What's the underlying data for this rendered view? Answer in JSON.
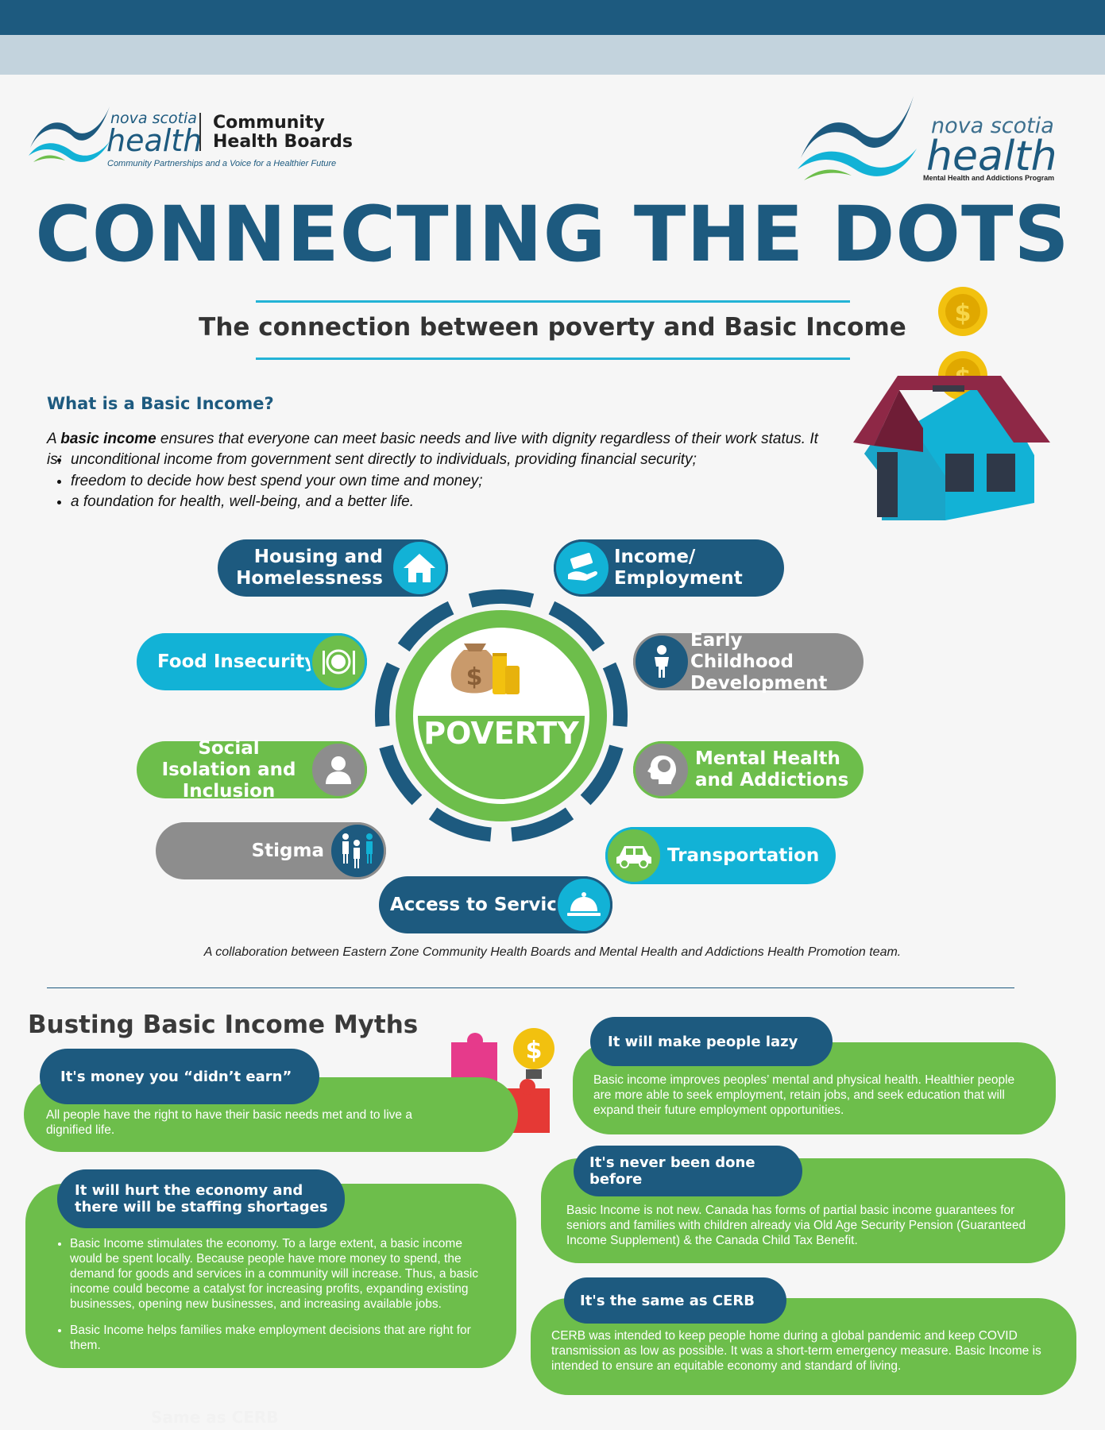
{
  "header": {
    "left_logo": {
      "brand_top": "nova scotia",
      "brand_main": "health",
      "org_line1": "Community",
      "org_line2": "Health Boards",
      "tagline": "Community Partnerships and a Voice for a Healthier Future"
    },
    "right_logo": {
      "brand_top": "nova scotia",
      "brand_main": "health",
      "program": "Mental Health and Addictions Program"
    }
  },
  "title": "CONNECTING THE DOTS",
  "subtitle": "The connection between poverty and Basic Income",
  "basic_income": {
    "heading": "What is a Basic Income?",
    "intro_prefix": "A ",
    "intro_bold": "basic income",
    "intro_suffix": " ensures that everyone can meet basic needs and live with dignity regardless of their work status. It is:",
    "points": [
      "unconditional income from government sent directly to individuals, providing financial security;",
      "freedom to decide how best spend your own time and money;",
      "a foundation for health, well-being, and a better life."
    ]
  },
  "diagram": {
    "center_label": "POVERTY",
    "factors": {
      "housing": "Housing and Homelessness",
      "income": "Income/ Employment",
      "food": "Food Insecurity",
      "early_childhood": "Early Childhood Development",
      "social": "Social Isolation and Inclusion",
      "mental_health": "Mental Health and Addictions",
      "stigma": "Stigma",
      "transportation": "Transportation",
      "access": "Access to Service"
    },
    "icons": {
      "housing": "house-icon",
      "income": "money-hand-icon",
      "food": "plate-cutlery-icon",
      "early_childhood": "child-icon",
      "social": "person-icon",
      "mental_health": "head-brain-icon",
      "stigma": "people-group-icon",
      "transportation": "car-icon",
      "access": "service-bell-icon"
    }
  },
  "collaboration": "A collaboration between Eastern Zone Community Health Boards and Mental Health and Addictions Health Promotion team.",
  "myths": {
    "title": "Busting Basic Income Myths",
    "items": [
      {
        "heading": "It's money you “didn’t earn”",
        "body": "All people have the right to have their basic needs met and to live a dignified life."
      },
      {
        "heading": "It will make people lazy",
        "body": "Basic income improves peoples’ mental and physical health. Healthier people are more able to seek employment, retain jobs, and seek education that will expand their future employment opportunities."
      },
      {
        "heading": "It will hurt the economy and there will be staffing shortages",
        "points": [
          "Basic Income stimulates the economy. To a large extent, a basic income would be spent locally. Because people have more money to spend, the demand for goods and services in a community will increase. Thus, a basic income could become a catalyst for increasing profits, expanding existing businesses, opening new businesses, and increasing available jobs.",
          "Basic Income helps families make employment decisions that are right for them."
        ]
      },
      {
        "heading": "It's never been done before",
        "body": "Basic Income is not new. Canada has forms of partial basic income guarantees for seniors and families with children already via Old Age Security Pension (Guaranteed Income Supplement) & the Canada Child Tax Benefit."
      },
      {
        "heading": "It's the same as CERB",
        "body": "CERB was intended to keep people home during a global pandemic and keep COVID transmission as low as possible. It was a short-term emergency measure. Basic Income is intended to ensure an equitable economy and standard of living."
      }
    ],
    "footer_ghost": "Same as CERB"
  },
  "colors": {
    "navy": "#1d5a7f",
    "teal": "#12b2d6",
    "green": "#6dbe4b",
    "gray": "#8d8d8d",
    "roof": "#8e2846",
    "gold": "#f2c10f"
  }
}
